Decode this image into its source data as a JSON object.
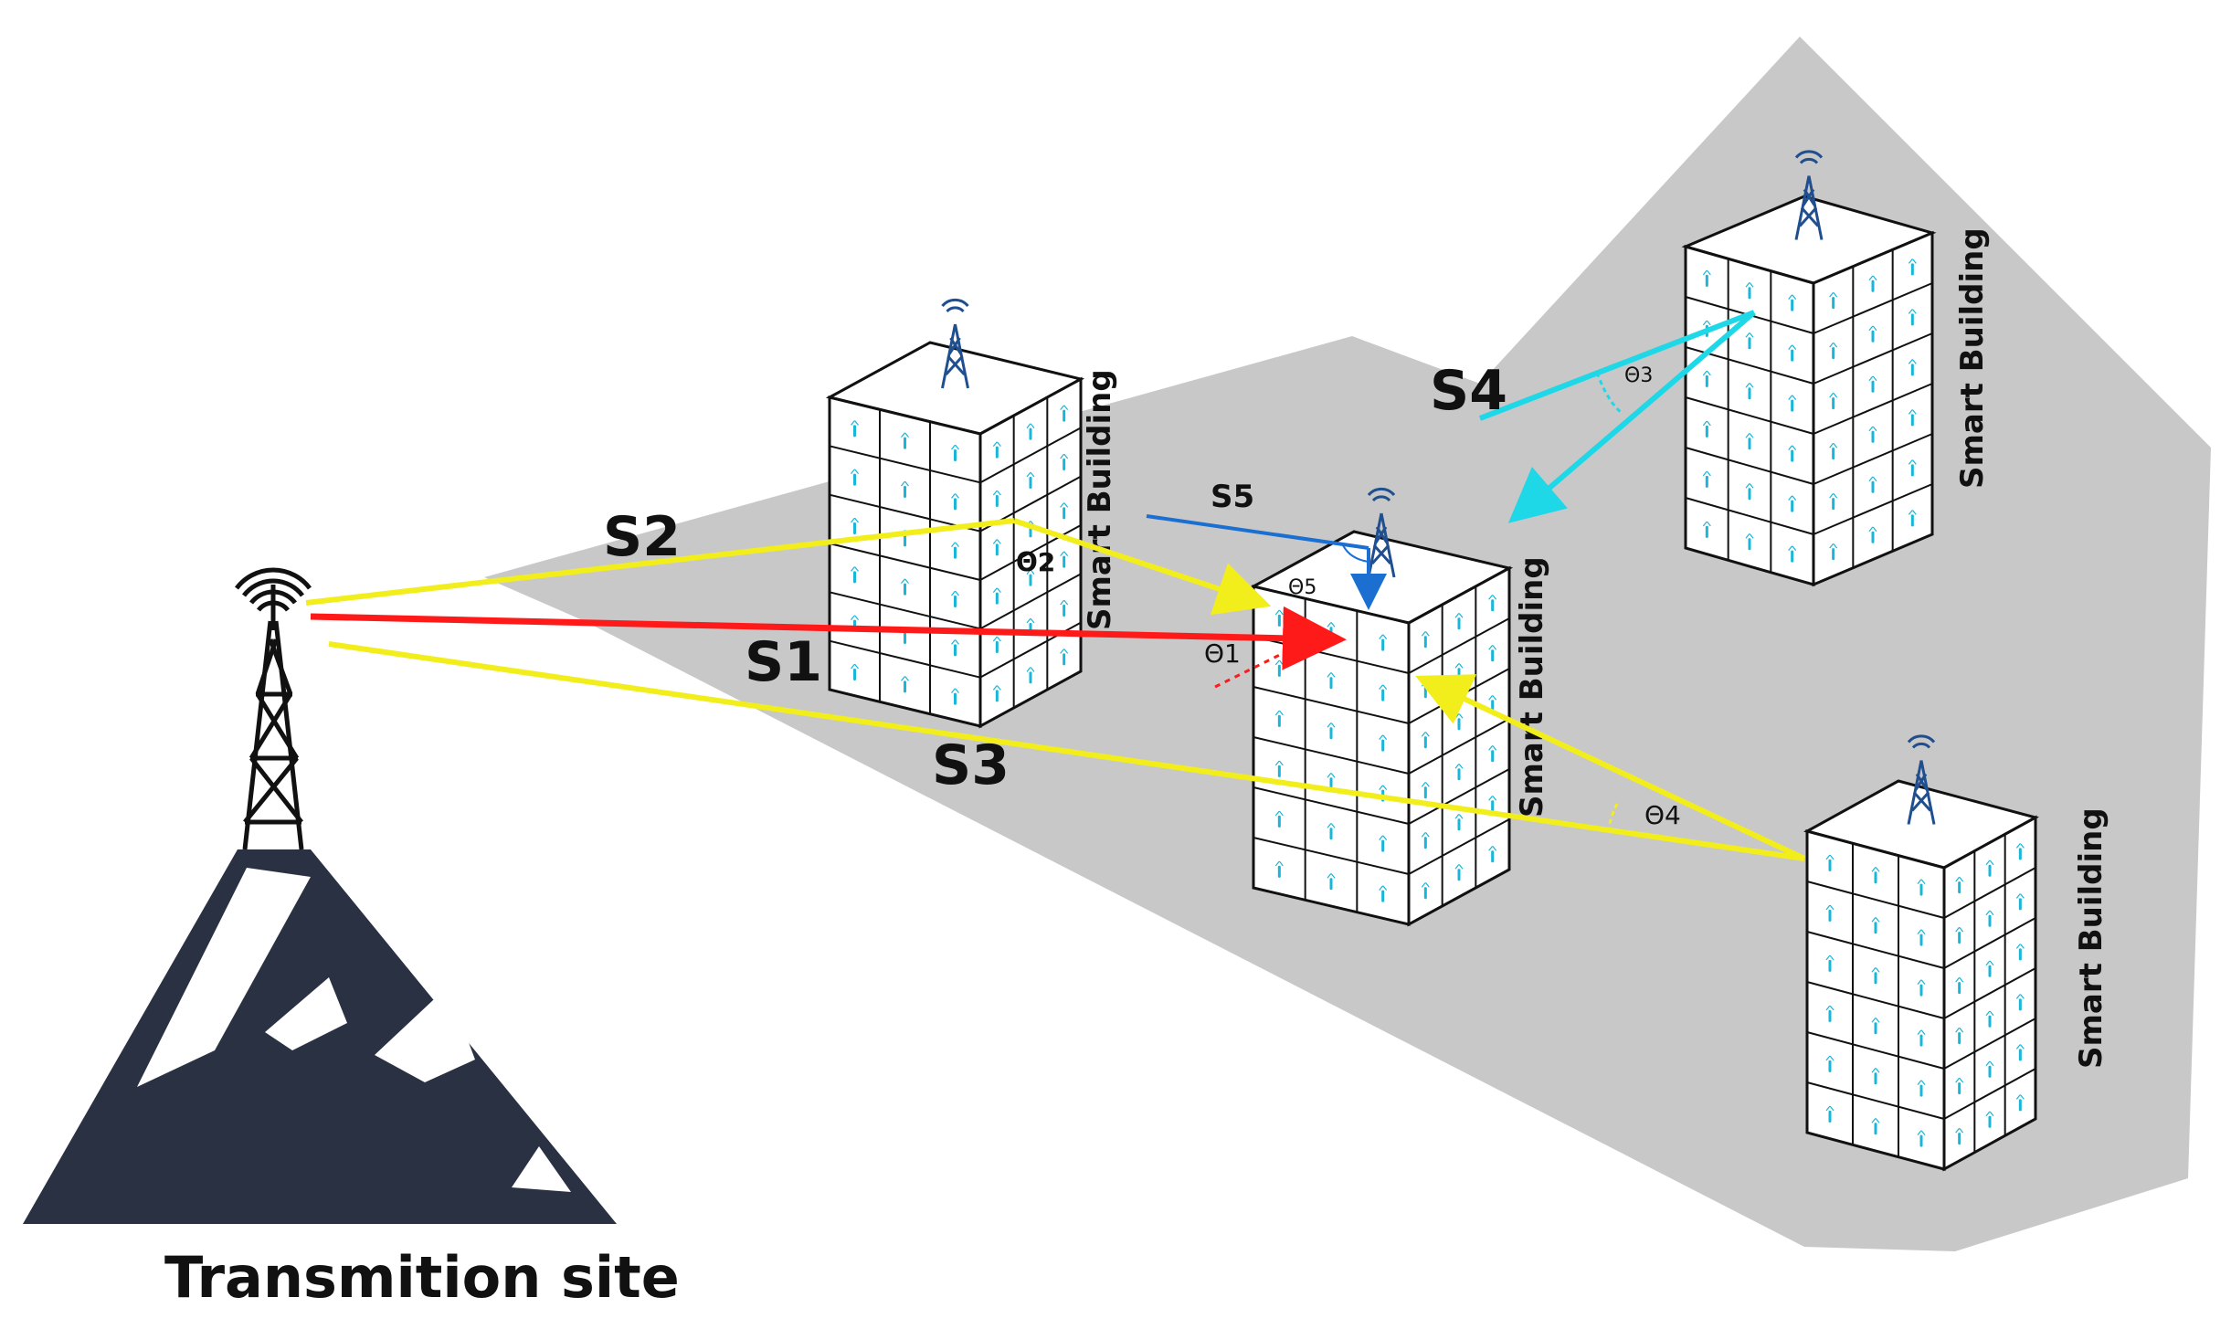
{
  "site_label": "Transmition site",
  "building_label": "Smart Building",
  "signals": {
    "s1": "S1",
    "s2": "S2",
    "s3": "S3",
    "s4": "S4",
    "s5": "S5"
  },
  "angles": {
    "t1": "Θ1",
    "t2": "Θ2",
    "t3": "Θ3",
    "t4": "Θ4",
    "t5": "Θ5"
  },
  "colors": {
    "ground": "#c8c8c8",
    "mountain": "#2a3142",
    "s1_line": "#ff1a1a",
    "yellow_line": "#f2ee1c",
    "cyan_line": "#1ed8e8",
    "s5_line": "#1a6fd1",
    "window_icon": "#18b6d8"
  }
}
